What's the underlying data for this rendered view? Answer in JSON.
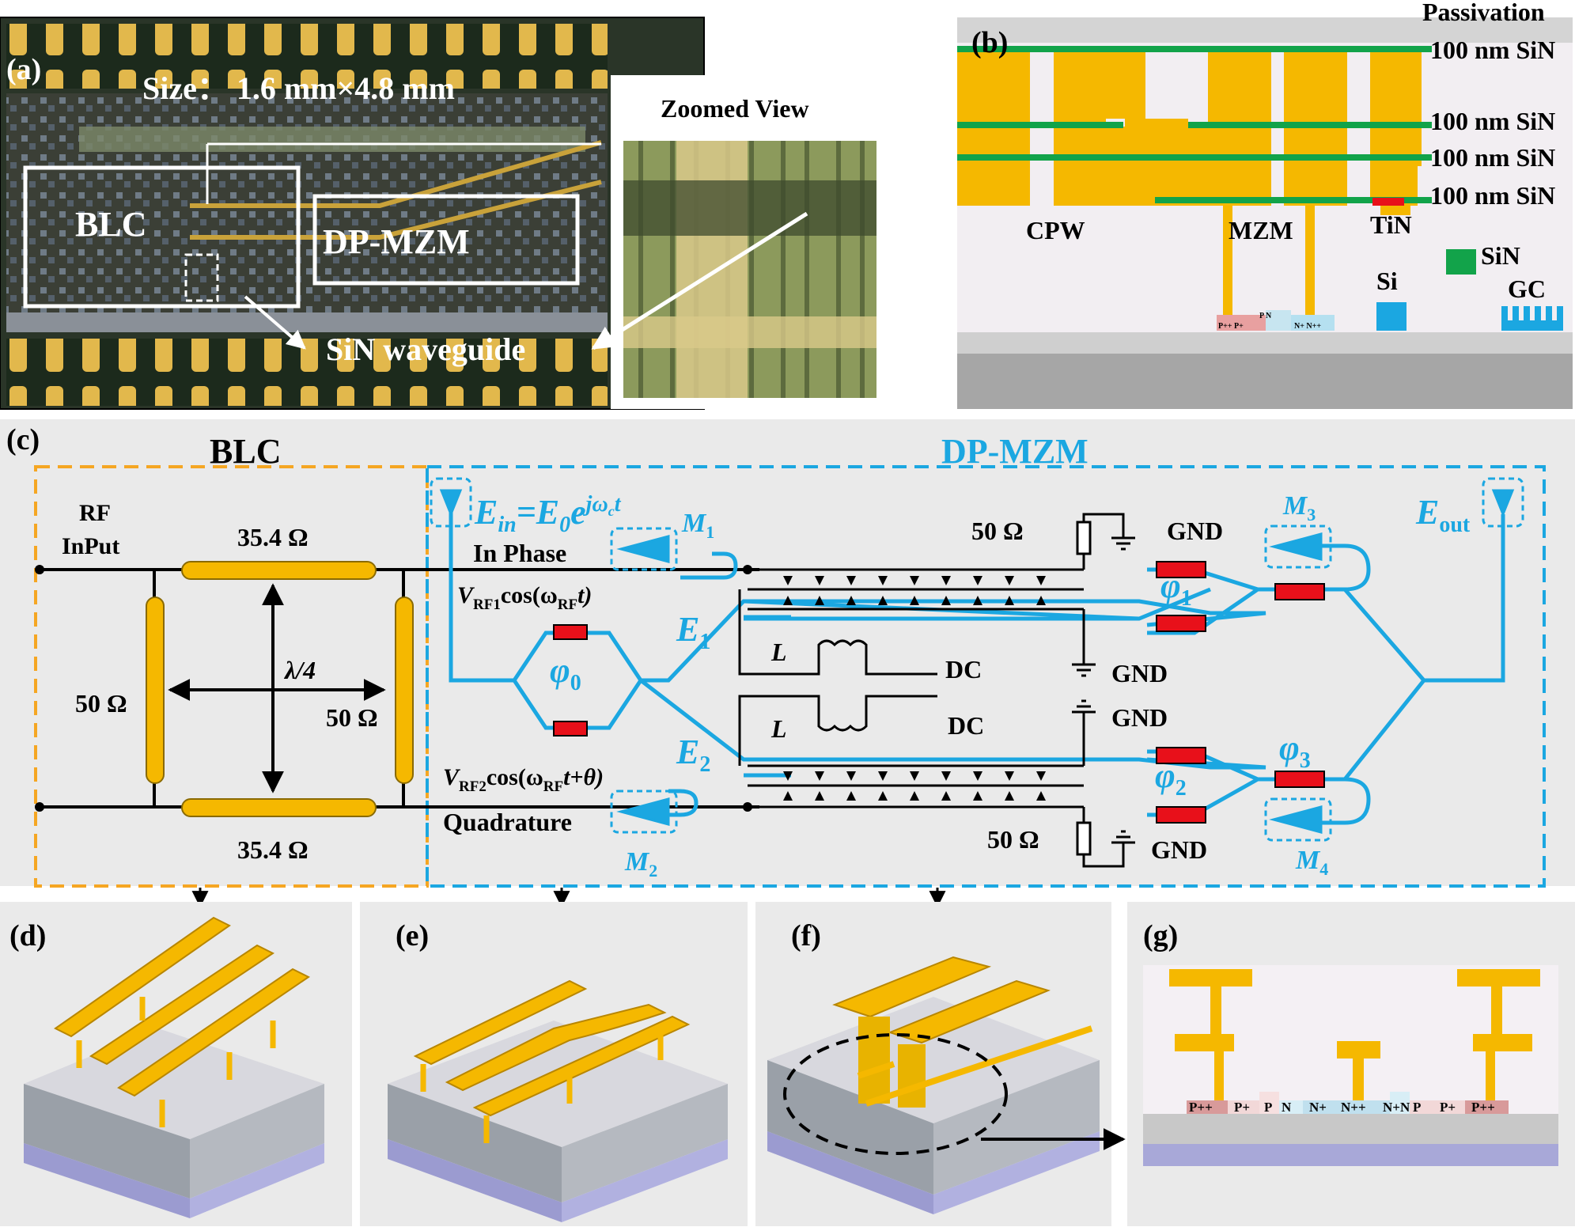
{
  "colors": {
    "gold": "#F5B800",
    "sin_green": "#12A34A",
    "cyan": "#1BA7E1",
    "tin_red": "#E8101A",
    "blc_orange": "#F5A623",
    "panel_gray": "#EAEAEA"
  },
  "panel_a": {
    "label": "(a)",
    "size_text": "Size： 1.6 mm×4.8 mm",
    "blc_label": "BLC",
    "dpmzm_label": "DP-MZM",
    "waveguide_label": "SiN waveguide",
    "zoom_title": "Zoomed View"
  },
  "panel_b": {
    "label": "(b)",
    "passivation": "Passivation",
    "sin_layers": [
      "100 nm SiN",
      "100 nm SiN",
      "100 nm SiN",
      "100 nm SiN"
    ],
    "cpw": "CPW",
    "mzm": "MZM",
    "tin": "TiN",
    "legend_sin": "SiN",
    "si": "Si",
    "gc": "GC",
    "doping_left": "P++ P+",
    "doping_mid": "P N",
    "doping_right": "N+ N++"
  },
  "panel_c": {
    "label": "(c)",
    "blc_title": "BLC",
    "dpmzm_title": "DP-MZM",
    "rf_input": [
      "RF",
      "InPut"
    ],
    "z_top": "35.4 Ω",
    "z_bottom": "35.4 Ω",
    "z_left": "50 Ω",
    "z_right": "50 Ω",
    "lambda": "λ/4",
    "in_phase": "In Phase",
    "quadrature": "Quadrature",
    "vrf1": "V",
    "vrf1_sub": "RF1",
    "vrf1_tail": "cos(ω",
    "vrf1_end": "t)",
    "vrf2": "V",
    "vrf2_sub": "RF2",
    "vrf2_tail": "cos(ω",
    "vrf2_end": "t+θ)",
    "rf_sub": "RF",
    "ein_main": "E",
    "ein_sub": "in",
    "ein_eq": "=E",
    "ein_zero": "0",
    "ein_e": "e",
    "ein_exp": "jω",
    "ein_c": "c",
    "ein_t": "t",
    "eout_main": "E",
    "eout_sub": "out",
    "e1_main": "E",
    "e1_sub": "1",
    "e2_main": "E",
    "e2_sub": "2",
    "m1": "M",
    "m1_sub": "1",
    "m2": "M",
    "m2_sub": "2",
    "m3": "M",
    "m3_sub": "3",
    "m4": "M",
    "m4_sub": "4",
    "phi0": "φ",
    "phi0_sub": "0",
    "phi1": "φ",
    "phi1_sub": "1",
    "phi2": "φ",
    "phi2_sub": "2",
    "phi3": "φ",
    "phi3_sub": "3",
    "r50_top": "50 Ω",
    "r50_bottom": "50 Ω",
    "gnd": [
      "GND",
      "GND",
      "GND",
      "GND"
    ],
    "dc": [
      "DC",
      "DC"
    ],
    "inductor": [
      "L",
      "L"
    ]
  },
  "panel_d": {
    "label": "(d)"
  },
  "panel_e": {
    "label": "(e)"
  },
  "panel_f": {
    "label": "(f)"
  },
  "panel_g": {
    "label": "(g)",
    "doping": [
      "P++",
      "P+",
      "P",
      "N",
      "N+",
      "N++",
      "N+",
      "N",
      "P",
      "P+",
      "P++"
    ]
  }
}
